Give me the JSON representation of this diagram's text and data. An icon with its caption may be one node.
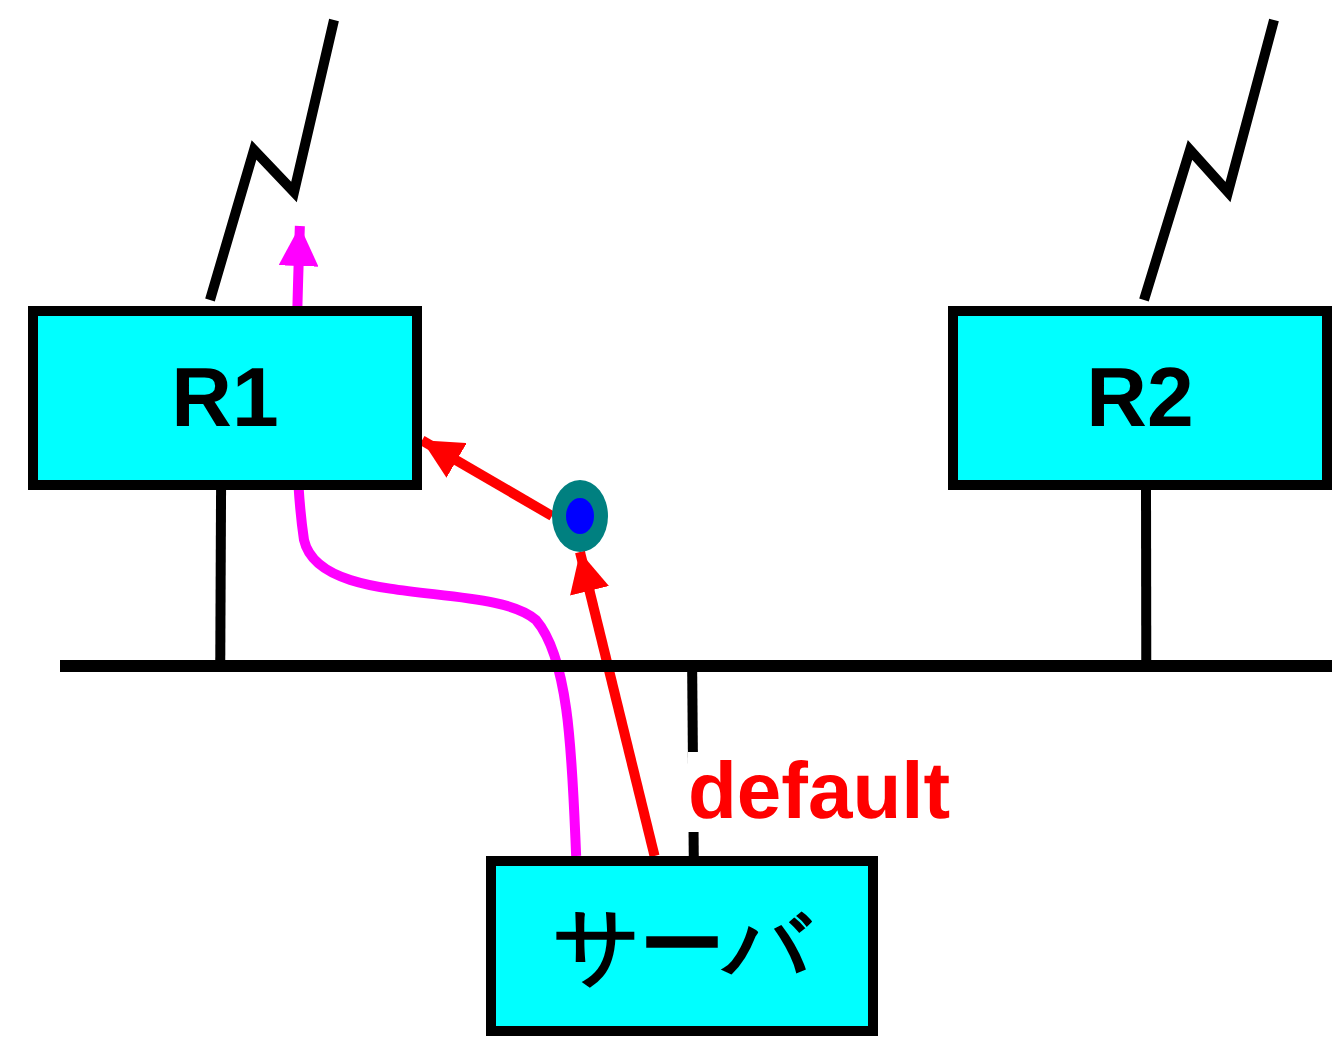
{
  "diagram": {
    "nodes": [
      {
        "text": [
          "R1"
        ]
      },
      {
        "text": [
          "R2"
        ]
      },
      {
        "text": [],
        "shape": "circle"
      },
      {
        "text": [],
        "shape": "bar"
      },
      {
        "text": [
          "サーバ"
        ]
      }
    ],
    "edges": [
      {
        "from": 0,
        "to": 3,
        "arrow": "none"
      },
      {
        "from": 1,
        "to": 3,
        "arrow": "none"
      },
      {
        "from": 4,
        "to": 3,
        "arrow": "none"
      },
      {
        "from": 4,
        "to": 2,
        "arrow": "to",
        "label": "default",
        "color": "#ff0000"
      },
      {
        "from": 2,
        "to": 0,
        "arrow": "to",
        "color": "#ff0000"
      },
      {
        "from": 4,
        "to": 0,
        "arrow": "to",
        "color": "#ff00ff"
      }
    ]
  }
}
